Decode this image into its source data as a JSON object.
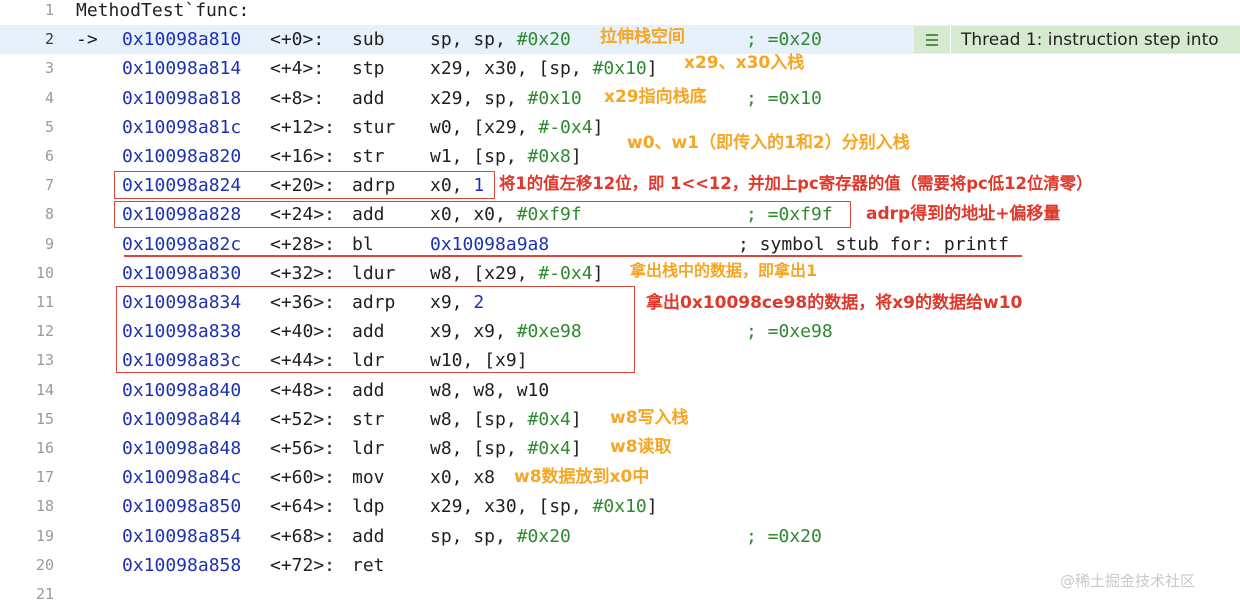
{
  "function_title": "MethodTest`func:",
  "current_line_marker": "->",
  "line_numbers": [
    "1",
    "2",
    "3",
    "4",
    "5",
    "6",
    "7",
    "8",
    "9",
    "10",
    "11",
    "12",
    "13",
    "14",
    "15",
    "16",
    "17",
    "18",
    "19",
    "20",
    "21"
  ],
  "instructions": [
    {
      "addr": "0x10098a810",
      "off": "<+0>:",
      "op": "sub",
      "args": [
        {
          "t": "sp, sp, "
        },
        {
          "t": "#0x20",
          "k": "imm"
        }
      ],
      "comment": "; =0x20"
    },
    {
      "addr": "0x10098a814",
      "off": "<+4>:",
      "op": "stp",
      "args": [
        {
          "t": "x29, x30, [sp, "
        },
        {
          "t": "#0x10",
          "k": "imm"
        },
        {
          "t": "]"
        }
      ]
    },
    {
      "addr": "0x10098a818",
      "off": "<+8>:",
      "op": "add",
      "args": [
        {
          "t": "x29, sp, "
        },
        {
          "t": "#0x10",
          "k": "imm"
        }
      ],
      "comment": "; =0x10"
    },
    {
      "addr": "0x10098a81c",
      "off": "<+12>:",
      "op": "stur",
      "args": [
        {
          "t": "w0, [x29, "
        },
        {
          "t": "#-0x4",
          "k": "imm"
        },
        {
          "t": "]"
        }
      ]
    },
    {
      "addr": "0x10098a820",
      "off": "<+16>:",
      "op": "str",
      "args": [
        {
          "t": "w1, [sp, "
        },
        {
          "t": "#0x8",
          "k": "imm"
        },
        {
          "t": "]"
        }
      ]
    },
    {
      "addr": "0x10098a824",
      "off": "<+20>:",
      "op": "adrp",
      "args": [
        {
          "t": "x0, "
        },
        {
          "t": "1",
          "k": "hex"
        }
      ]
    },
    {
      "addr": "0x10098a828",
      "off": "<+24>:",
      "op": "add",
      "args": [
        {
          "t": "x0, x0, "
        },
        {
          "t": "#0xf9f",
          "k": "imm"
        }
      ],
      "comment": "; =0xf9f"
    },
    {
      "addr": "0x10098a82c",
      "off": "<+28>:",
      "op": "bl",
      "args": [
        {
          "t": "0x10098a9a8",
          "k": "hex"
        }
      ],
      "comment": "; symbol stub for: printf",
      "comment_plain": true
    },
    {
      "addr": "0x10098a830",
      "off": "<+32>:",
      "op": "ldur",
      "args": [
        {
          "t": "w8, [x29, "
        },
        {
          "t": "#-0x4",
          "k": "imm"
        },
        {
          "t": "]"
        }
      ]
    },
    {
      "addr": "0x10098a834",
      "off": "<+36>:",
      "op": "adrp",
      "args": [
        {
          "t": "x9, "
        },
        {
          "t": "2",
          "k": "hex"
        }
      ]
    },
    {
      "addr": "0x10098a838",
      "off": "<+40>:",
      "op": "add",
      "args": [
        {
          "t": "x9, x9, "
        },
        {
          "t": "#0xe98",
          "k": "imm"
        }
      ],
      "comment": "; =0xe98"
    },
    {
      "addr": "0x10098a83c",
      "off": "<+44>:",
      "op": "ldr",
      "args": [
        {
          "t": "w10, [x9]"
        }
      ]
    },
    {
      "addr": "0x10098a840",
      "off": "<+48>:",
      "op": "add",
      "args": [
        {
          "t": "w8, w8, w10"
        }
      ]
    },
    {
      "addr": "0x10098a844",
      "off": "<+52>:",
      "op": "str",
      "args": [
        {
          "t": "w8, [sp, "
        },
        {
          "t": "#0x4",
          "k": "imm"
        },
        {
          "t": "]"
        }
      ]
    },
    {
      "addr": "0x10098a848",
      "off": "<+56>:",
      "op": "ldr",
      "args": [
        {
          "t": "w8, [sp, "
        },
        {
          "t": "#0x4",
          "k": "imm"
        },
        {
          "t": "]"
        }
      ]
    },
    {
      "addr": "0x10098a84c",
      "off": "<+60>:",
      "op": "mov",
      "args": [
        {
          "t": "x0, x8"
        }
      ]
    },
    {
      "addr": "0x10098a850",
      "off": "<+64>:",
      "op": "ldp",
      "args": [
        {
          "t": "x29, x30, [sp, "
        },
        {
          "t": "#0x10",
          "k": "imm"
        },
        {
          "t": "]"
        }
      ]
    },
    {
      "addr": "0x10098a854",
      "off": "<+68>:",
      "op": "add",
      "args": [
        {
          "t": "sp, sp, "
        },
        {
          "t": "#0x20",
          "k": "imm"
        }
      ],
      "comment": "; =0x20"
    },
    {
      "addr": "0x10098a858",
      "off": "<+72>:",
      "op": "ret",
      "args": []
    }
  ],
  "annotations": {
    "stack_alloc": "拉伸栈空间",
    "push_x29_x30": "x29、x30入栈",
    "x29_base": "x29指向栈底",
    "push_w0_w1": "w0、w1（即传入的1和2）分别入栈",
    "adrp_explain": "将1的值左移12位，即 1<<12，并加上pc寄存器的值（需要将pc低12位清零）",
    "adrp_offset": "adrp得到的地址+偏移量",
    "load_from_stack": "拿出栈中的数据，即拿出1",
    "load_global": "拿出0x10098ce98的数据，将x9的数据给w10",
    "w8_store": "w8写入栈",
    "w8_load": "w8读取",
    "w8_to_x0": "w8数据放到x0中"
  },
  "thread_badge": {
    "label": "Thread 1: instruction step into",
    "icon": "list-icon"
  },
  "watermark": "@稀土掘金技术社区",
  "colors": {
    "current_line_bg": "#e7f1fb",
    "address": "#1d31b5",
    "immediate": "#2e8a2e",
    "annotation_orange": "#f5a623",
    "annotation_red": "#e0382a",
    "badge_bg": "#d6ead2"
  }
}
